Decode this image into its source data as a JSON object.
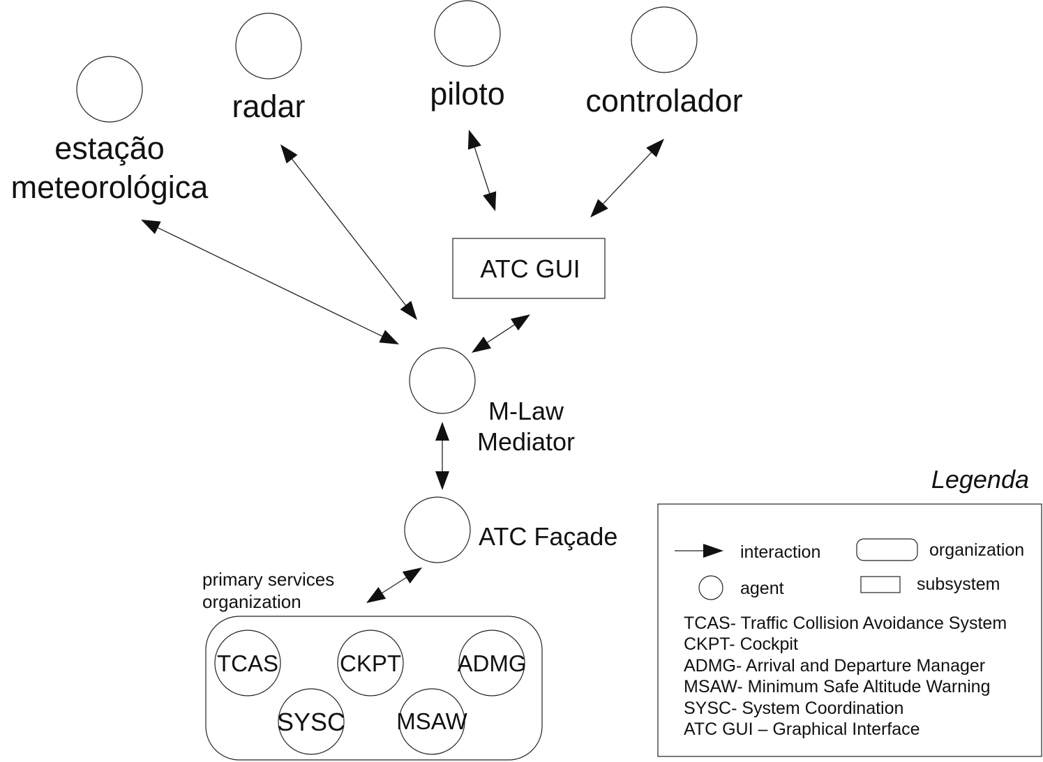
{
  "agents": {
    "estacao_line1": "estação",
    "estacao_line2": "meteorológica",
    "radar": "radar",
    "piloto": "piloto",
    "controlador": "controlador",
    "mlaw_line1": "M-Law",
    "mlaw_line2": "Mediator",
    "facade": "ATC Façade"
  },
  "subsystem": {
    "gui": "ATC GUI"
  },
  "organization": {
    "title_line1": "primary services",
    "title_line2": "organization",
    "members": [
      "TCAS",
      "CKPT",
      "ADMG",
      "SYSC",
      "MSAW"
    ]
  },
  "legend": {
    "title": "Legenda",
    "interaction": "interaction",
    "organization": "organization",
    "agent": "agent",
    "subsystem": "subsystem",
    "definitions": [
      "TCAS- Traffic Collision Avoidance System",
      "CKPT- Cockpit",
      "ADMG- Arrival and Departure Manager",
      "MSAW- Minimum Safe Altitude Warning",
      "SYSC- System Coordination",
      "ATC GUI – Graphical Interface"
    ]
  }
}
